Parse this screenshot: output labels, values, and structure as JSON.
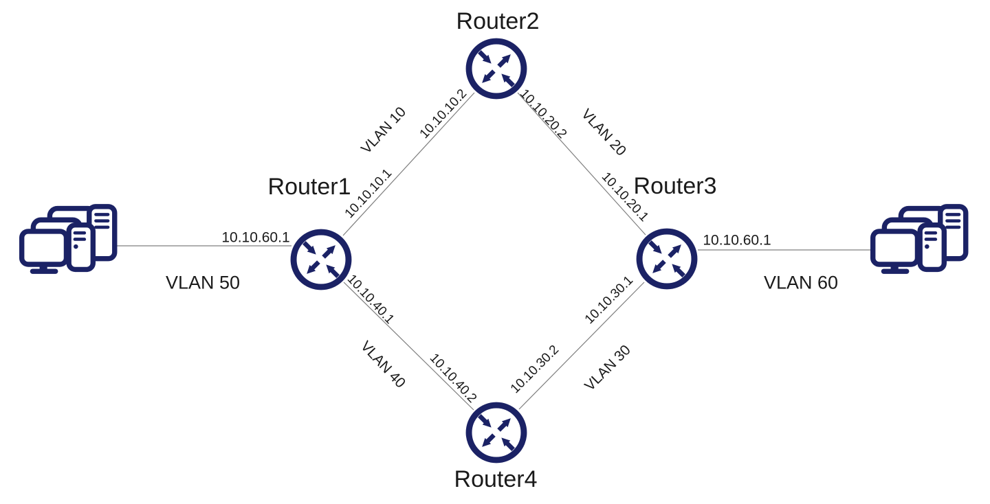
{
  "colors": {
    "accent": "#1b2265",
    "line": "#7f7f7f",
    "text": "#1a1a1a",
    "background": "#ffffff"
  },
  "nodes": {
    "router1": {
      "label": "Router1",
      "icon": "router-icon"
    },
    "router2": {
      "label": "Router2",
      "icon": "router-icon"
    },
    "router3": {
      "label": "Router3",
      "icon": "router-icon"
    },
    "router4": {
      "label": "Router4",
      "icon": "router-icon"
    },
    "hosts_left": {
      "icon": "computer-cluster-icon"
    },
    "hosts_right": {
      "icon": "computer-cluster-icon"
    }
  },
  "links": {
    "r1_r2": {
      "vlan": "VLAN 10",
      "ip_router1": "10.10.10.1",
      "ip_router2": "10.10.10.2"
    },
    "r2_r3": {
      "vlan": "VLAN 20",
      "ip_router2": "10.10.20.2",
      "ip_router3": "10.10.20.1"
    },
    "r3_r4": {
      "vlan": "VLAN 30",
      "ip_router3": "10.10.30.1",
      "ip_router4": "10.10.30.2"
    },
    "r1_r4": {
      "vlan": "VLAN 40",
      "ip_router1": "10.10.40.1",
      "ip_router4": "10.10.40.2"
    },
    "hosts_left_r1": {
      "vlan": "VLAN 50",
      "ip_router1": "10.10.60.1"
    },
    "r3_hosts_right": {
      "vlan": "VLAN 60",
      "ip_router3": "10.10.60.1"
    }
  }
}
